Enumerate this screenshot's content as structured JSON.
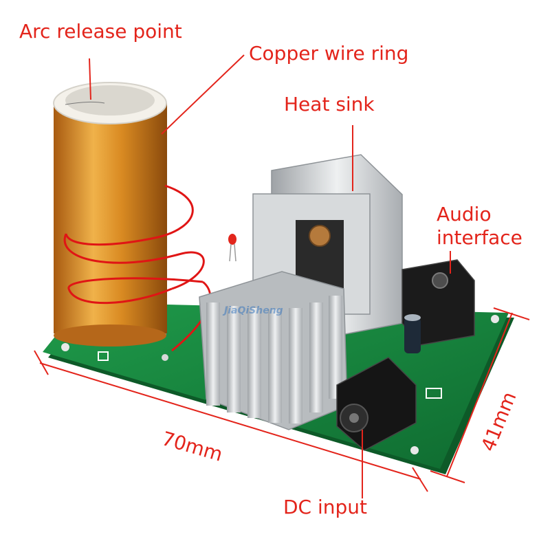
{
  "labels": {
    "arc_release_point": "Arc release point",
    "copper_wire_ring": "Copper wire ring",
    "heat_sink": "Heat sink",
    "audio_interface_line1": "Audio",
    "audio_interface_line2": "interface",
    "dc_input": "DC input",
    "width_dimension": "70mm",
    "height_dimension": "41mm"
  },
  "watermark": "JiaQiSheng",
  "colors": {
    "annotation": "#e3241b",
    "pcb": "#17883f",
    "coil": "#d9861c",
    "heatsink": "#c9ccce",
    "background": "#ffffff"
  }
}
